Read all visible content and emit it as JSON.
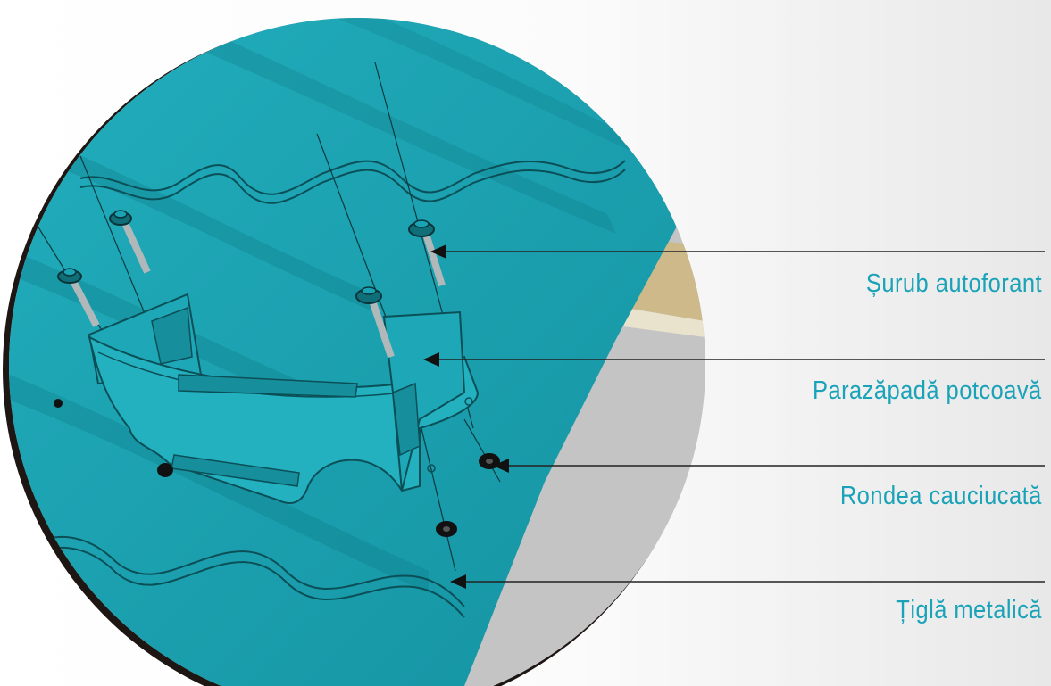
{
  "labels": {
    "screw": "Șurub autoforant",
    "snow_guard": "Parazăpadă potcoavă",
    "washer": "Rondea cauciucată",
    "tile": "Țiglă metalică"
  },
  "colors": {
    "roof": "#1a9fae",
    "roof_dark": "#117884",
    "roof_light": "#27b3c2",
    "label_text": "#1aa3b8",
    "wood": "#cdb98a",
    "underlay": "#c8c8c8"
  },
  "icons": {
    "screw": "self-tapping-screw",
    "washer": "rubber-washer",
    "snow_guard": "horseshoe-snow-guard",
    "pointer": "arrow-pointer"
  }
}
